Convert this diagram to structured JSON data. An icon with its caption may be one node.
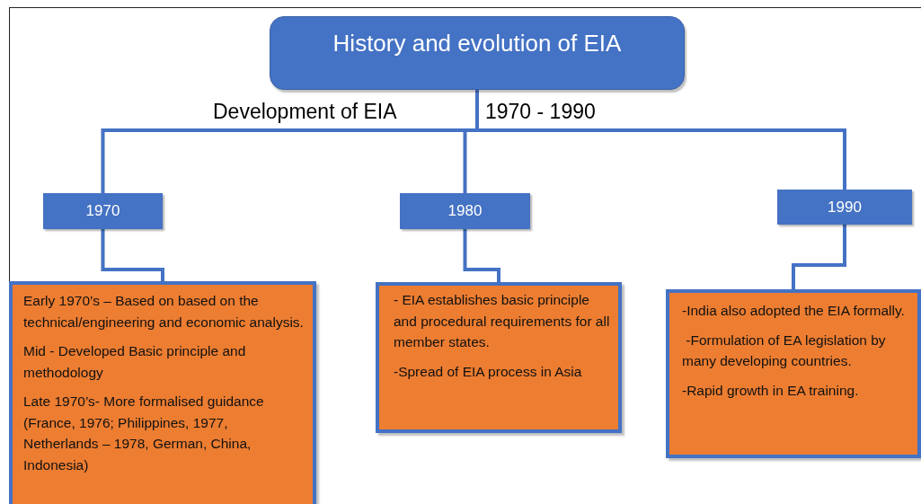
{
  "diagram": {
    "nodes": [
      {
        "text": [
          "History and evolution of EIA"
        ]
      },
      {
        "text": [
          "1970"
        ]
      },
      {
        "text": [
          "1980"
        ]
      },
      {
        "text": [
          "1990"
        ]
      },
      {
        "text": [
          "Early 1970’s – Based on based on the technical/engineering and economic analysis.",
          "Mid - Developed Basic principle and methodology",
          "Late 1970’s- More formalised guidance (France, 1976; Philippines, 1977, Netherlands – 1978, German, China, Indonesia)"
        ]
      },
      {
        "text": [
          "- EIA establishes basic principle and procedural requirements for all member states.",
          "-Spread of EIA process in Asia"
        ]
      },
      {
        "text": [
          "-India also adopted the EIA formally.",
          " -Formulation of EA legislation by many developing countries.",
          "-Rapid growth in EA training."
        ]
      }
    ],
    "edges": [
      {
        "from": 0,
        "to": 1,
        "arrow": "none"
      },
      {
        "from": 0,
        "to": 2,
        "arrow": "none"
      },
      {
        "from": 0,
        "to": 3,
        "arrow": "none"
      },
      {
        "from": 1,
        "to": 4,
        "arrow": "none"
      },
      {
        "from": 2,
        "to": 5,
        "arrow": "none"
      },
      {
        "from": 3,
        "to": 6,
        "arrow": "none"
      }
    ],
    "labels": [
      "Development of EIA",
      "1970 - 1990"
    ]
  }
}
